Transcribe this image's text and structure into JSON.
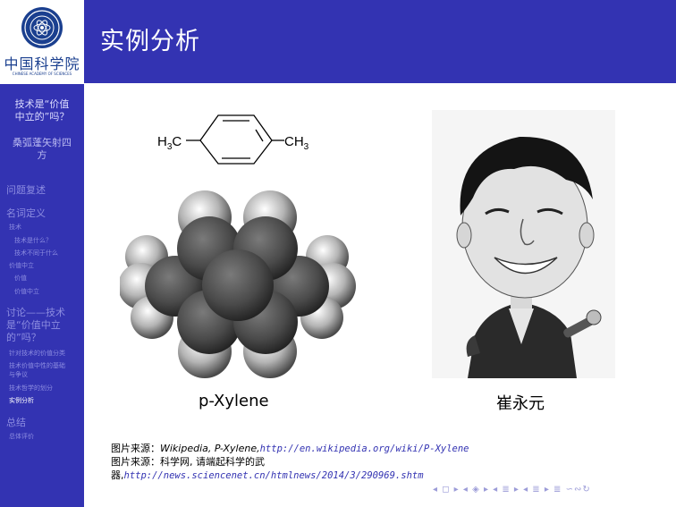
{
  "frame_title": "实例分析",
  "logo": {
    "text": "中国科学院",
    "subtext": "CHINESE ACADEMY OF SCIENCES"
  },
  "sidebar": {
    "items": [
      {
        "label_lines": [
          "技术是“价值",
          "中立的”吗？"
        ],
        "level": "section",
        "state": "current-section"
      },
      {
        "label_lines": [
          "桑弧蓬矢射四",
          "方"
        ],
        "level": "section",
        "state": "current"
      },
      {
        "label_lines": [
          "问题复述"
        ],
        "level": "section",
        "state": "normal"
      },
      {
        "label_lines": [
          "名词定义"
        ],
        "level": "section",
        "state": "normal"
      },
      {
        "label_lines": [
          "技术"
        ],
        "level": "subsection",
        "state": "normal"
      },
      {
        "label_lines": [
          "技术是什么？"
        ],
        "level": "subsubsection",
        "state": "normal"
      },
      {
        "label_lines": [
          "技术不同于什么"
        ],
        "level": "subsubsection",
        "state": "normal"
      },
      {
        "label_lines": [
          "价值中立"
        ],
        "level": "subsection",
        "state": "normal"
      },
      {
        "label_lines": [
          "价值"
        ],
        "level": "subsubsection",
        "state": "normal"
      },
      {
        "label_lines": [
          "价值中立"
        ],
        "level": "subsubsection",
        "state": "normal"
      },
      {
        "label_lines": [
          "讨论——技术",
          "是“价值中立",
          "的”吗？"
        ],
        "level": "section",
        "state": "normal"
      },
      {
        "label_lines": [
          "针对技术的价值分类"
        ],
        "level": "subsection",
        "state": "normal"
      },
      {
        "label_lines": [
          "技术价值中性的基础",
          "与争议"
        ],
        "level": "subsection",
        "state": "normal"
      },
      {
        "label_lines": [
          "技术哲学的划分"
        ],
        "level": "subsection",
        "state": "normal"
      },
      {
        "label_lines": [
          "实例分析"
        ],
        "level": "subsection",
        "state": "active"
      },
      {
        "label_lines": [
          "总结"
        ],
        "level": "section",
        "state": "normal"
      },
      {
        "label_lines": [
          "总体评价"
        ],
        "level": "subsection",
        "state": "normal"
      }
    ]
  },
  "figures": {
    "molecule_left_label": "H",
    "molecule_left_sub": "3",
    "molecule_left_tail": "C",
    "molecule_right_label": "CH",
    "molecule_right_sub": "3",
    "left_caption": "p-Xylene",
    "right_caption": "崔永元"
  },
  "sources": {
    "line1_prefix": "图片来源：",
    "line1_italic": "Wikipedia, P-Xylene,",
    "line1_link": "http://en.wikipedia.org/wiki/P-Xylene",
    "line2_text": "图片来源：科学网, 请端起科学的武",
    "line3_prefix": "器,",
    "line3_link": "http://news.sciencenet.cn/htmlnews/2014/3/290969.shtm"
  },
  "colors": {
    "theme": "#3333b2",
    "sidebar_text": "#8c8ce0",
    "highlight": "#ffffff"
  },
  "nav_symbols": "◂ ◻ ▸ ◂ ◈ ▸ ◂ ≣ ▸ ◂ ≣ ▸ ≣ ∽∾↻"
}
